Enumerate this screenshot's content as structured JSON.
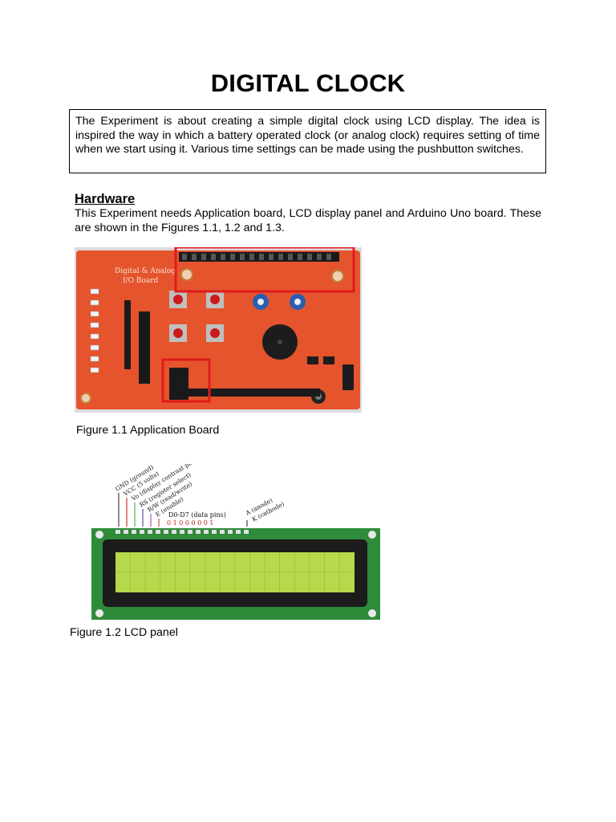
{
  "document": {
    "title": "DIGITAL CLOCK",
    "intro": "The Experiment is about creating a simple digital clock using LCD display. The idea is inspired the way in which a battery operated clock (or analog clock) requires setting of time when we start using it. Various time settings can be made using the pushbutton switches.",
    "hardware": {
      "heading": "Hardware",
      "text": "This Experiment needs Application board, LCD display panel and Arduino Uno board. These are shown in the Figures 1.1, 1.2 and 1.3."
    },
    "figure1": {
      "caption": "Figure 1.1 Application Board",
      "board_title_line1": "Digital & Analog",
      "board_title_line2": "I/O Board",
      "colors": {
        "board": "#e5542d",
        "highlight": "#e01b1b",
        "background": "#d9d9d9"
      }
    },
    "figure2": {
      "caption": "Figure 1.2 LCD panel",
      "pin_labels": [
        "GND (ground)",
        "VCC (5 volts)",
        "Vo (display contrast pin)",
        "RS (register select)",
        "R/W (read/write)",
        "E (enable)"
      ],
      "data_pins_label": "D0-D7 (data pins)",
      "data_bits": "0 1 0 0 0 0 0 1",
      "anode_label": "A (anode)",
      "cathode_label": "K (cathode)",
      "colors": {
        "pcb": "#2e8b3a",
        "screen": "#b6d84a",
        "bezel": "#1c1c1c"
      }
    }
  }
}
